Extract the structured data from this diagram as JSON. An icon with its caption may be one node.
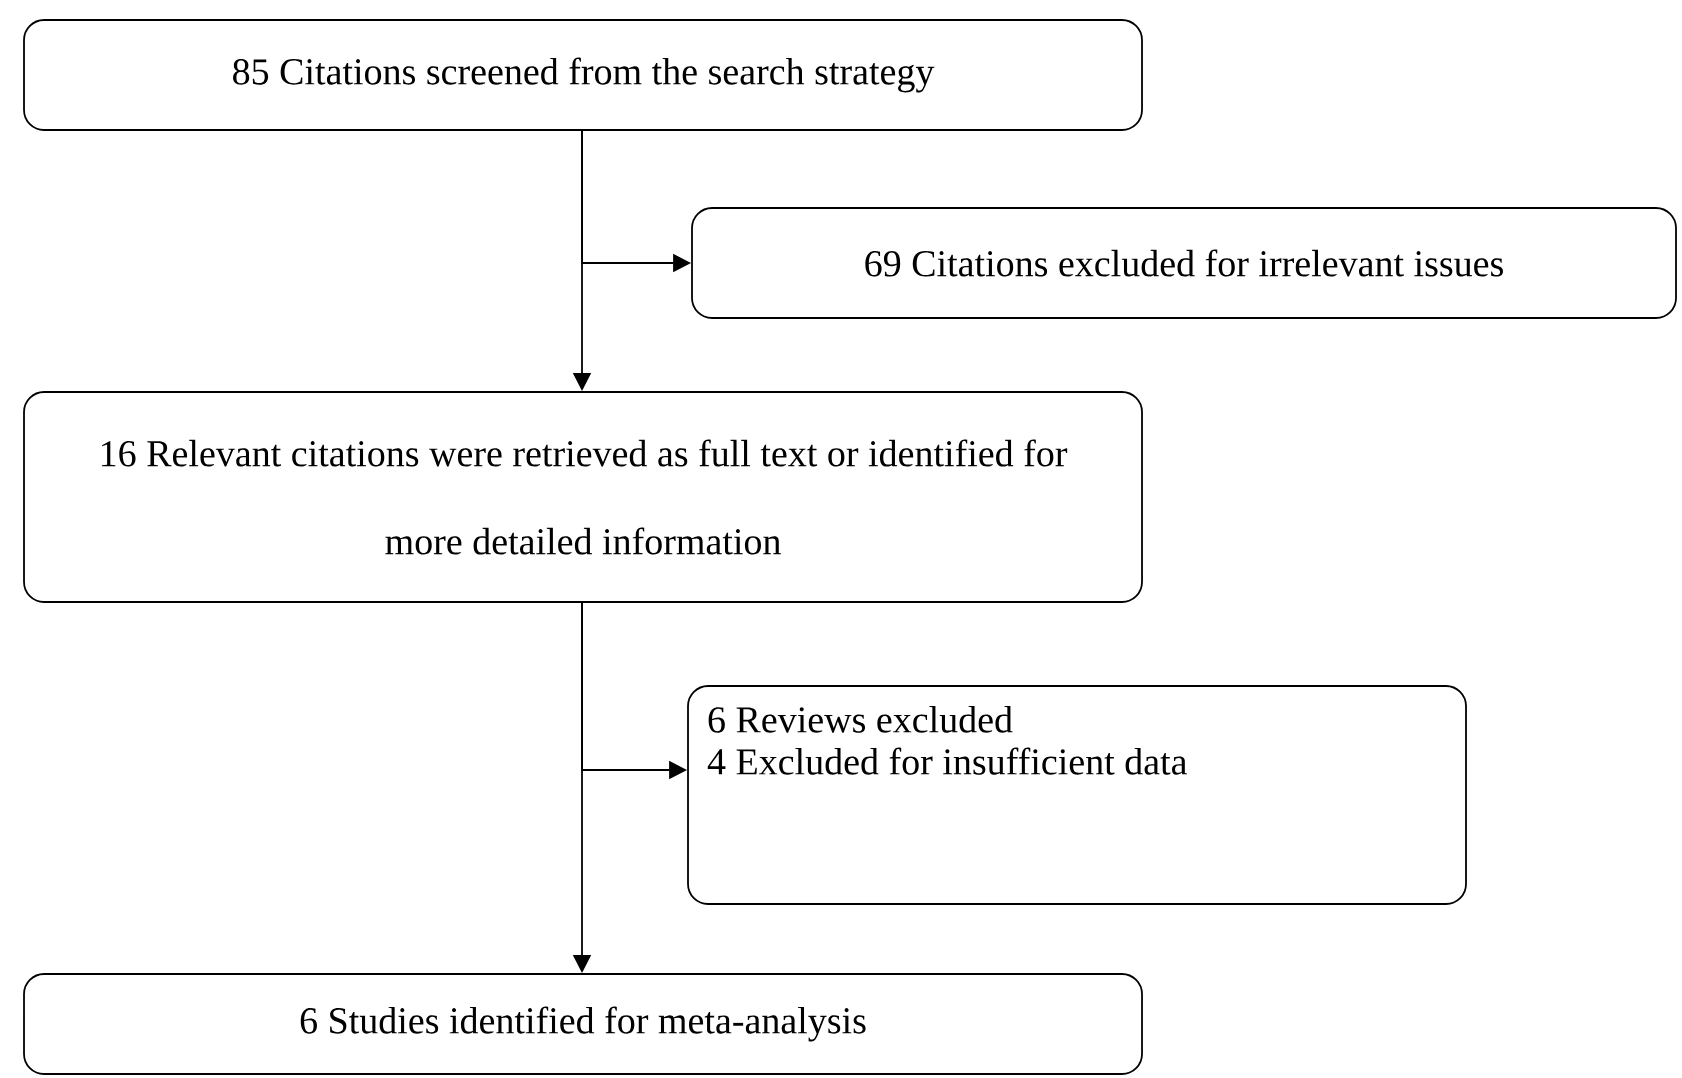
{
  "diagram": {
    "nodes": [
      {
        "text": [
          "85 Citations screened from the search strategy"
        ]
      },
      {
        "text": [
          "69 Citations excluded for irrelevant issues"
        ]
      },
      {
        "text": [
          "16 Relevant citations were retrieved as full text or identified for more detailed information"
        ]
      },
      {
        "text": [
          "6 Reviews excluded",
          "4 Excluded for insufficient data"
        ]
      },
      {
        "text": [
          "6 Studies identified for meta-analysis"
        ]
      }
    ],
    "edges": [
      {
        "from": 0,
        "to": 1,
        "arrow": "to"
      },
      {
        "from": 0,
        "to": 2,
        "arrow": "to"
      },
      {
        "from": 2,
        "to": 3,
        "arrow": "to"
      },
      {
        "from": 2,
        "to": 4,
        "arrow": "to"
      }
    ]
  }
}
